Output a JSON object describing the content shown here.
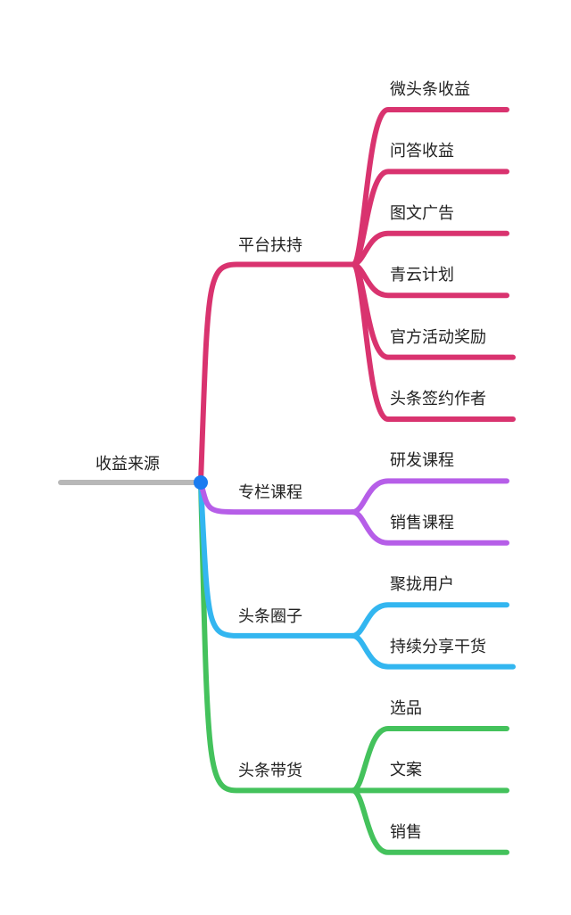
{
  "root": {
    "label": "收益来源",
    "color": "#b8b8b8",
    "dot_color": "#1a7cf0"
  },
  "branches": [
    {
      "label": "平台扶持",
      "color": "#d9336f",
      "children": [
        "微头条收益",
        "问答收益",
        "图文广告",
        "青云计划",
        "官方活动奖励",
        "头条签约作者"
      ]
    },
    {
      "label": "专栏课程",
      "color": "#b65ee8",
      "children": [
        "研发课程",
        "销售课程"
      ]
    },
    {
      "label": "头条圈子",
      "color": "#33b6f0",
      "children": [
        "聚拢用户",
        "持续分享干货"
      ]
    },
    {
      "label": "头条带货",
      "color": "#44c25c",
      "children": [
        "选品",
        "文案",
        "销售"
      ]
    }
  ]
}
